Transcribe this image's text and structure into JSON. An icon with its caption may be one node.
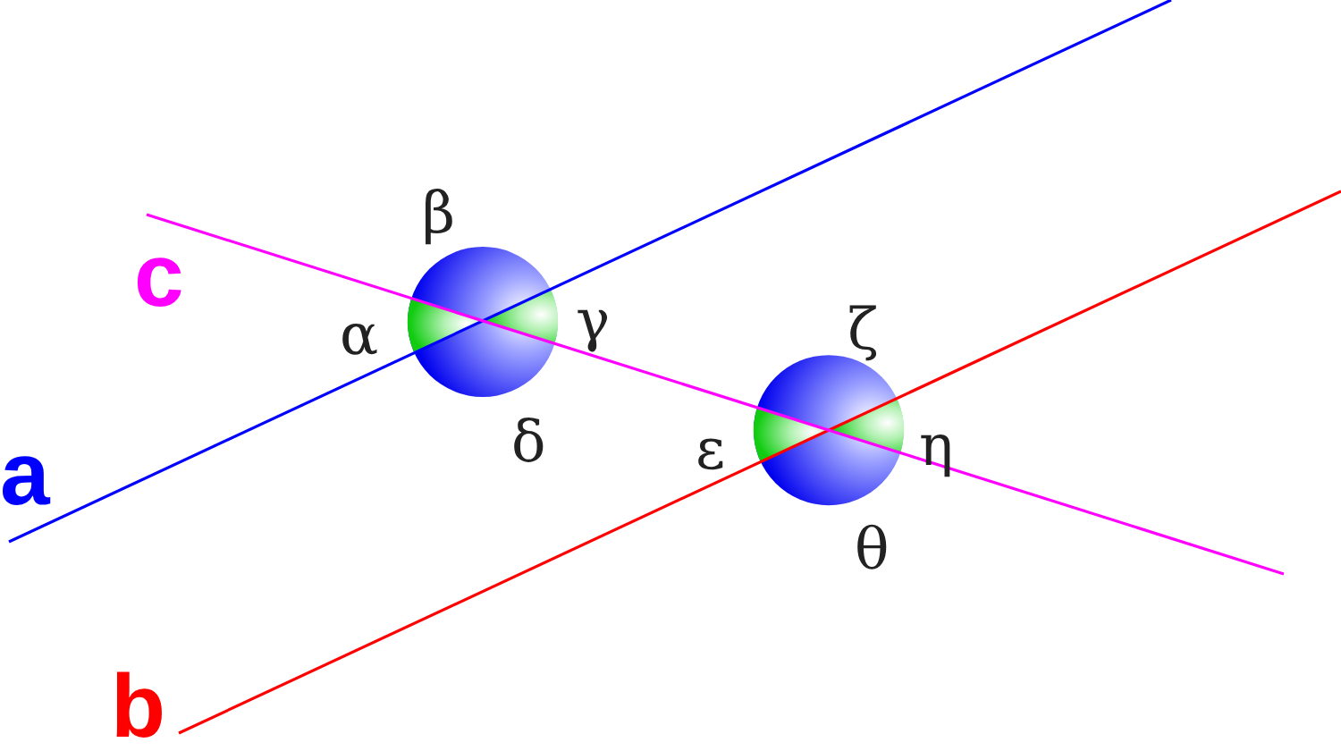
{
  "diagram": {
    "labels": [
      "c",
      "β",
      "α",
      "γ",
      "δ",
      "a",
      "ζ",
      "ε",
      "η",
      "θ",
      "b"
    ]
  }
}
